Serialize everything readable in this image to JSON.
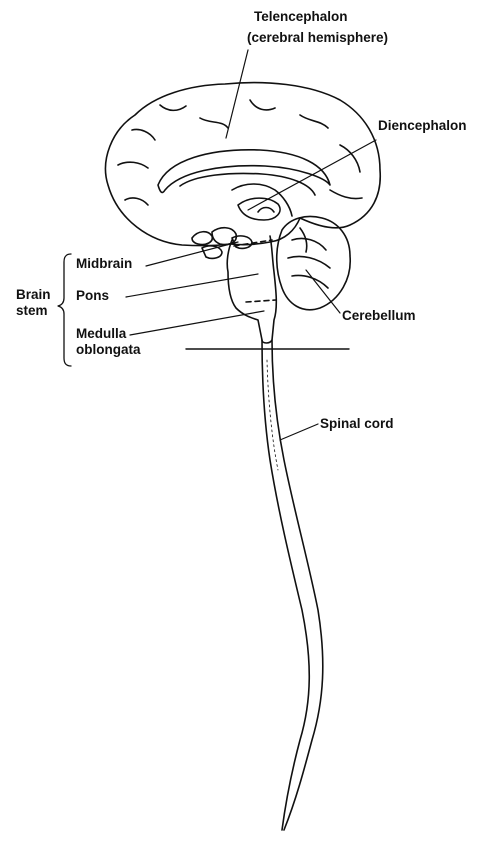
{
  "labels": {
    "telencephalon_line1": "Telencephalon",
    "telencephalon_line2": "(cerebral hemisphere)",
    "diencephalon": "Diencephalon",
    "midbrain": "Midbrain",
    "pons": "Pons",
    "brain_stem_line1": "Brain",
    "brain_stem_line2": "stem",
    "medulla_line1": "Medulla",
    "medulla_line2": "oblongata",
    "cerebellum": "Cerebellum",
    "spinal_cord": "Spinal cord"
  }
}
